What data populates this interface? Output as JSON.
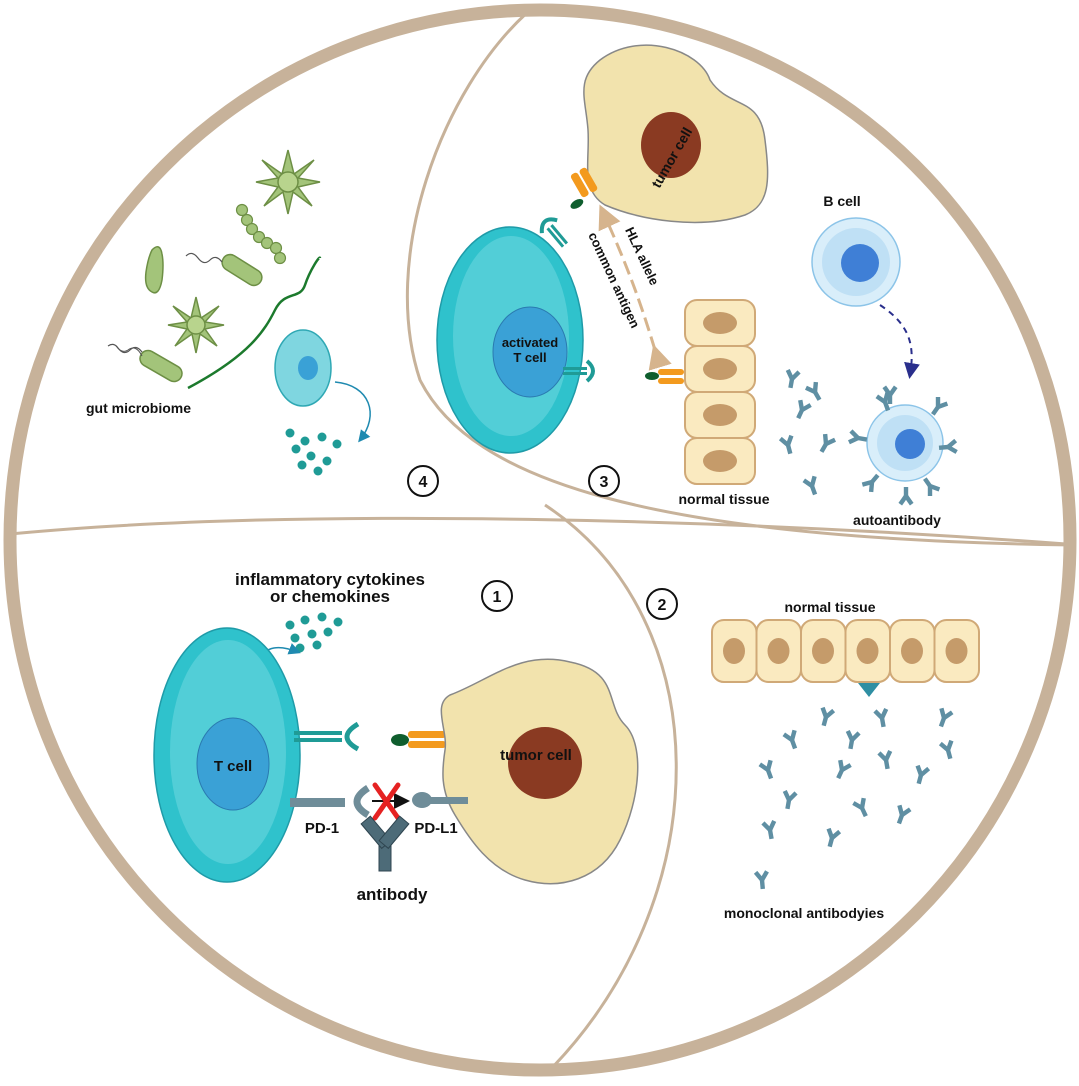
{
  "colors": {
    "ring": "#c7b29a",
    "tcell_outer": "#2fc2cc",
    "tcell_inner": "#3aa1d6",
    "tumor_body": "#f2e3ad",
    "tumor_nucleus": "#8a3a22",
    "receptor_teal": "#1f9b96",
    "mhc_orange": "#f39a1e",
    "antigen_green": "#0f5e2e",
    "antibody_blue": "#5f8fa3",
    "tissue_fill": "#faeac0",
    "tissue_border": "#d0a977",
    "tissue_nucleus": "#c59b6a",
    "microbe_green": "#a3c47a",
    "bcell_outer": "#bfe0f5",
    "bcell_inner": "#3f7fd6",
    "arrow_tan": "#d6b48d",
    "cross_red": "#e52222"
  },
  "panels": {
    "p1": {
      "number": "1",
      "cytokines_line1": "inflammatory cytokines",
      "cytokines_line2": "or chemokines",
      "tcell_label": "T cell",
      "tumor_label": "tumor cell",
      "pd1_label": "PD-1",
      "pdl1_label": "PD-L1",
      "antibody_label": "antibody"
    },
    "p2": {
      "number": "2",
      "tissue_label": "normal tissue",
      "mab_label": "monoclonal antibodyies"
    },
    "p3": {
      "number": "3",
      "tumor_label": "tumor cell",
      "activated_line1": "activated",
      "activated_line2": "T cell",
      "hla_label": "HLA allele",
      "common_antigen_label": "common antigen",
      "tissue_label": "normal tissue",
      "bcell_label": "B cell",
      "autoantibody_label": "autoantibody"
    },
    "p4": {
      "number": "4",
      "microbiome_label": "gut microbiome"
    }
  }
}
